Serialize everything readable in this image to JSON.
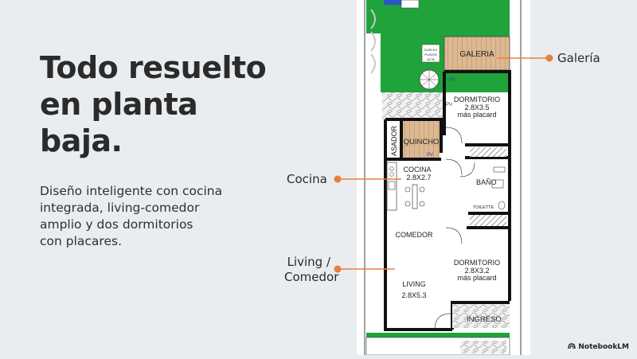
{
  "slide": {
    "headline": [
      "Todo resuelto",
      "en planta",
      "baja."
    ],
    "body": [
      "Diseño inteligente con cocina",
      "integrada, living-comedor",
      "amplio y dos dormitorios",
      "con placares."
    ],
    "watermark": "NotebookLM"
  },
  "callouts": {
    "galeria": "Galería",
    "cocina": "Cocina",
    "living_line1": "Living /",
    "living_line2": "Comedor"
  },
  "plan": {
    "galeria": "GALERIA",
    "pv_top": "PV",
    "pv_left": "PV",
    "pv_quincho": "PV",
    "dormitorio1_title": "DORMITORIO",
    "dormitorio1_size": "2.8X3.5",
    "dormitorio1_extra": "más placard",
    "asador": "ASADOR",
    "quincho": "QUINCHO",
    "cocina_title": "COCINA",
    "cocina_size": "2.8X2.7",
    "bano": "BAÑO",
    "toilette": "TOILETTE",
    "comedor": "COMEDOR",
    "dormitorio2_title": "DORMITORIO",
    "dormitorio2_size": "2.8X3.2",
    "dormitorio2_extra": "más placard",
    "living_title": "LIVING",
    "living_size": "2.8X5.3",
    "ingreso": "INGRESO",
    "duplex_note_1": "DUPLEX",
    "duplex_note_2": "PLANTA",
    "duplex_note_3": "ALTA"
  },
  "colors": {
    "accent": "#e8803a",
    "lawn": "#1fa33a",
    "deck": "#d9b58f",
    "background": "#e9edef"
  }
}
